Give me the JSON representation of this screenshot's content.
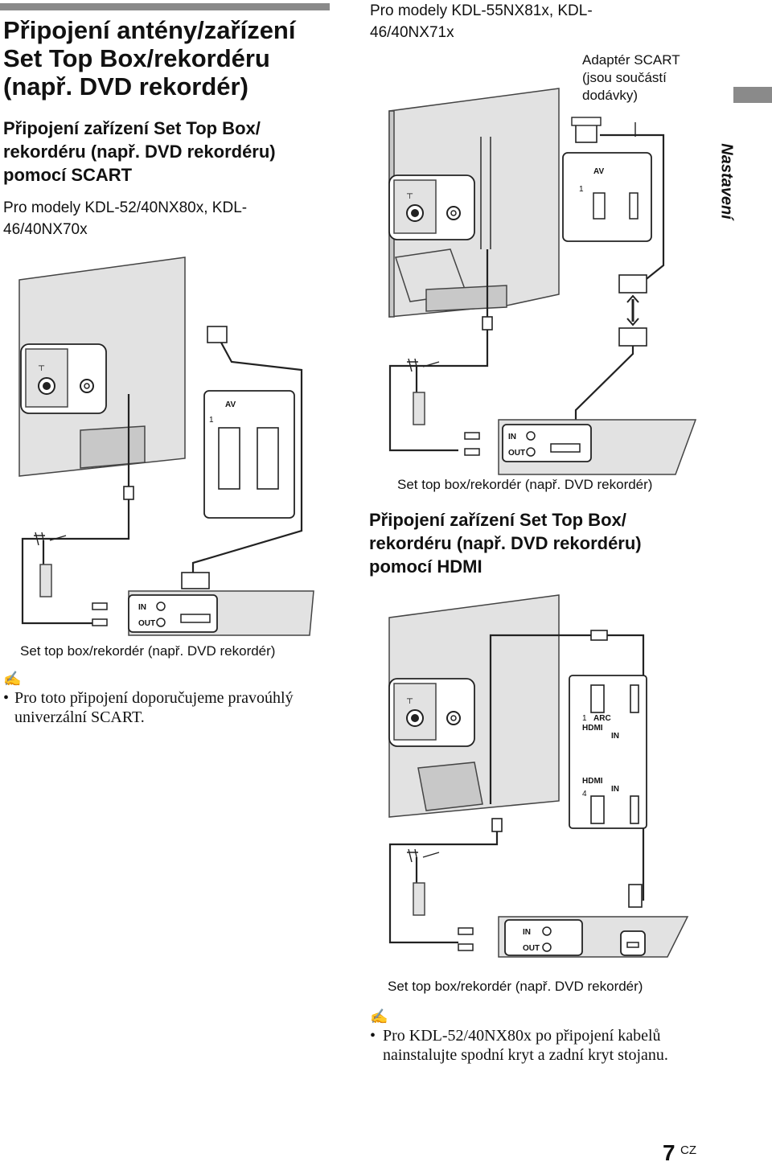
{
  "left": {
    "title": "Připojení antény/zařízení Set Top Box/rekordéru (např. DVD rekordér)",
    "scart_heading": "Připojení zařízení Set Top Box/ rekordéru (např. DVD rekordéru) pomocí SCART",
    "models": "Pro modely KDL-52/40NX80x, KDL-46/40NX70x",
    "caption": "Set top box/rekordér (např. DVD rekordér)",
    "note_bullet": "Pro toto připojení doporučujeme pravoúhlý univerzální SCART."
  },
  "right": {
    "models": "Pro modely KDL-55NX81x, KDL-46/40NX71x",
    "adapter_label": "Adaptér SCART (jsou součástí dodávky)",
    "caption_scart": "Set top box/rekordér (např. DVD rekordér)",
    "hdmi_heading": "Připojení zařízení Set Top Box/ rekordéru (např. DVD rekordéru) pomocí HDMI",
    "caption_hdmi": "Set top box/rekordér (např. DVD rekordér)",
    "note_bullet": "Pro KDL-52/40NX80x po připojení kabelů nainstalujte spodní kryt a zadní kryt stojanu."
  },
  "side_tab": "Nastavení",
  "diagram_labels": {
    "in": "IN",
    "out": "OUT",
    "av": "AV",
    "port1": "1",
    "port4": "4",
    "arc": "ARC",
    "hdmi": "HDMI",
    "hdmi_in": "IN"
  },
  "icons": {
    "note": "pencil-note-icon",
    "bullet": "bullet-icon"
  },
  "footer": {
    "page_number": "7",
    "lang": "CZ"
  }
}
